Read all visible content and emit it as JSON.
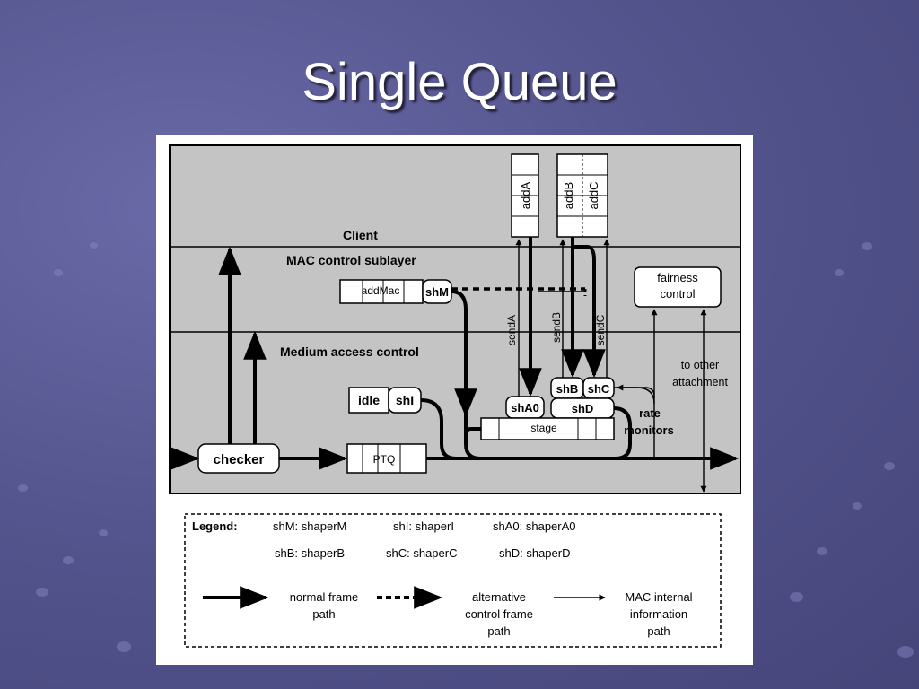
{
  "slide": {
    "title": "Single Queue"
  },
  "diagram": {
    "layers": {
      "client": "Client",
      "mac_control": "MAC control sublayer",
      "medium": "Medium access control"
    },
    "queues": {
      "addA": "addA",
      "addB": "addB",
      "addC": "addC",
      "addMac": "addMac",
      "ptq": "PTQ",
      "stage": "stage",
      "idle": "idle"
    },
    "shapers": {
      "shM": "shM",
      "shI": "shI",
      "shA0": "shA0",
      "shB": "shB",
      "shC": "shC",
      "shD": "shD"
    },
    "blocks": {
      "checker": "checker",
      "fairness_line1": "fairness",
      "fairness_line2": "control"
    },
    "signals": {
      "sendA": "sendA",
      "sendB": "sendB",
      "sendC": "sendC"
    },
    "labels": {
      "rate_line1": "rate",
      "rate_line2": "monitors",
      "to_other_line1": "to other",
      "to_other_line2": "attachment"
    }
  },
  "legend": {
    "title": "Legend:",
    "entries": [
      "shM: shaperM",
      "shI: shaperI",
      "shA0: shaperA0",
      "shB: shaperB",
      "shC: shaperC",
      "shD: shaperD"
    ],
    "normal": [
      "normal frame",
      "path"
    ],
    "alternative": [
      "alternative",
      "control frame",
      "path"
    ],
    "internal": [
      "MAC internal",
      "information",
      "path"
    ]
  }
}
